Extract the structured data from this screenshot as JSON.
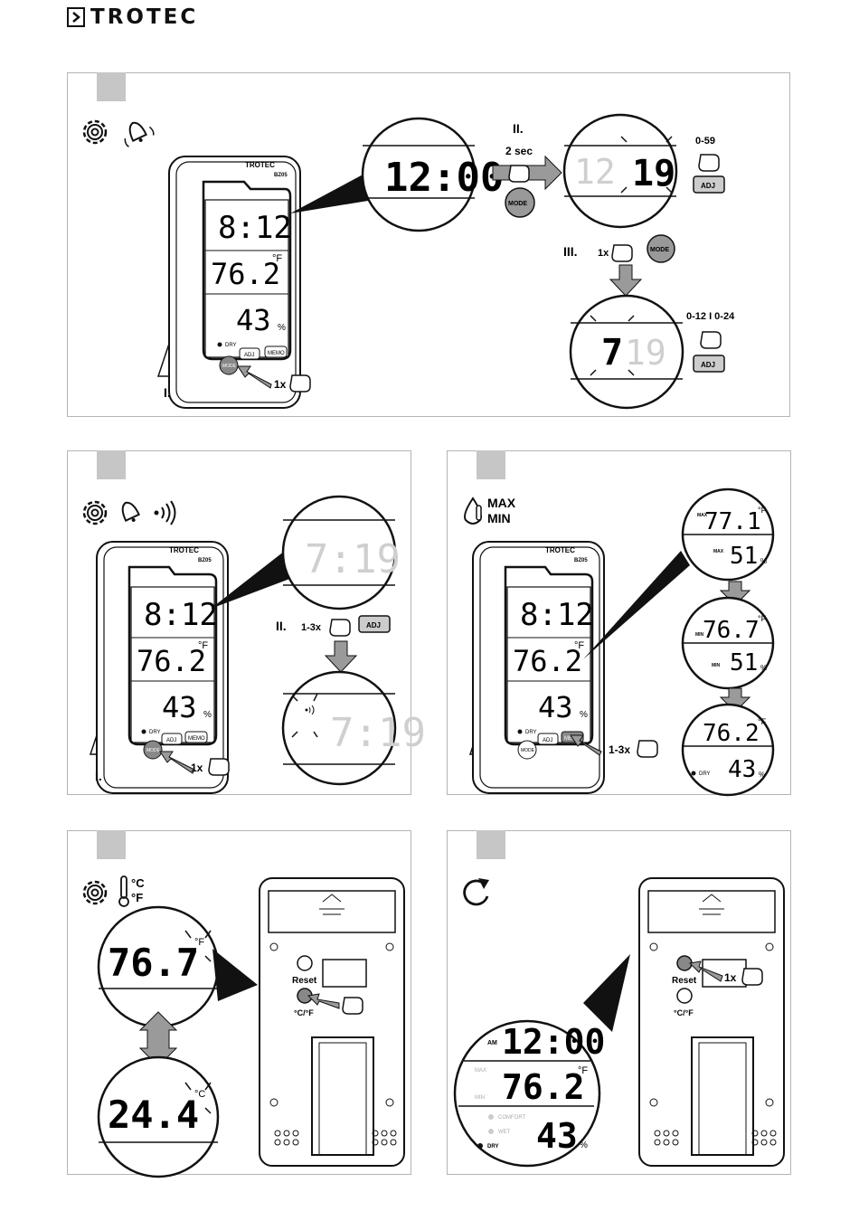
{
  "brand": {
    "name": "TROTEC"
  },
  "device": {
    "brand": "TROTEC",
    "model": "BZ05",
    "time": "8:12",
    "temp": "76.2",
    "temp_unit": "°F",
    "humidity": "43",
    "hum_unit": "%",
    "dry": "DRY",
    "btn_mode": "MODE",
    "btn_adj": "ADJ",
    "btn_memo": "MEMO"
  },
  "panel1": {
    "step1": "I.",
    "step2": "II.",
    "step3": "III.",
    "press_1x": "1x",
    "hold": "2 sec",
    "zoom_time": "12:00",
    "minutes": "19",
    "hours": "7",
    "dim_minutes": "19",
    "dim_hours": "12",
    "range_minutes": "0-59",
    "range_hours": "0-12 I 0-24",
    "btn_mode": "MODE",
    "btn_adj": "ADJ"
  },
  "panel2": {
    "step1": "I.",
    "step2": "II.",
    "press_1x": "1x",
    "press_1_3x": "1-3x",
    "zoom_time": "7:19",
    "btn_adj": "ADJ"
  },
  "panel3": {
    "max_label": "MAX",
    "min_label": "MIN",
    "press_1_3x": "1-3x",
    "max_temp": "77.1",
    "max_hum": "51",
    "min_temp": "76.7",
    "min_hum": "51",
    "cur_temp": "76.2",
    "cur_hum": "43",
    "tag_max": "MAX",
    "tag_min": "MIN",
    "unit_f": "°F",
    "unit_pct": "%",
    "dry": "DRY"
  },
  "panel4": {
    "unit_c": "°C",
    "unit_f": "°F",
    "temp_f": "76.7",
    "temp_c": "24.4",
    "reset_label": "Reset",
    "cf_label": "°C/°F"
  },
  "panel5": {
    "press_1x": "1x",
    "reset_label": "Reset",
    "cf_label": "°C/°F",
    "time": "12:00",
    "am": "AM",
    "temp": "76.2",
    "hum": "43",
    "unit_f": "°F",
    "unit_pct": "%",
    "lbl_max": "MAX",
    "lbl_min": "MIN",
    "lbl_comfort": "COMFORT",
    "lbl_wet": "WET",
    "lbl_dry": "DRY"
  }
}
